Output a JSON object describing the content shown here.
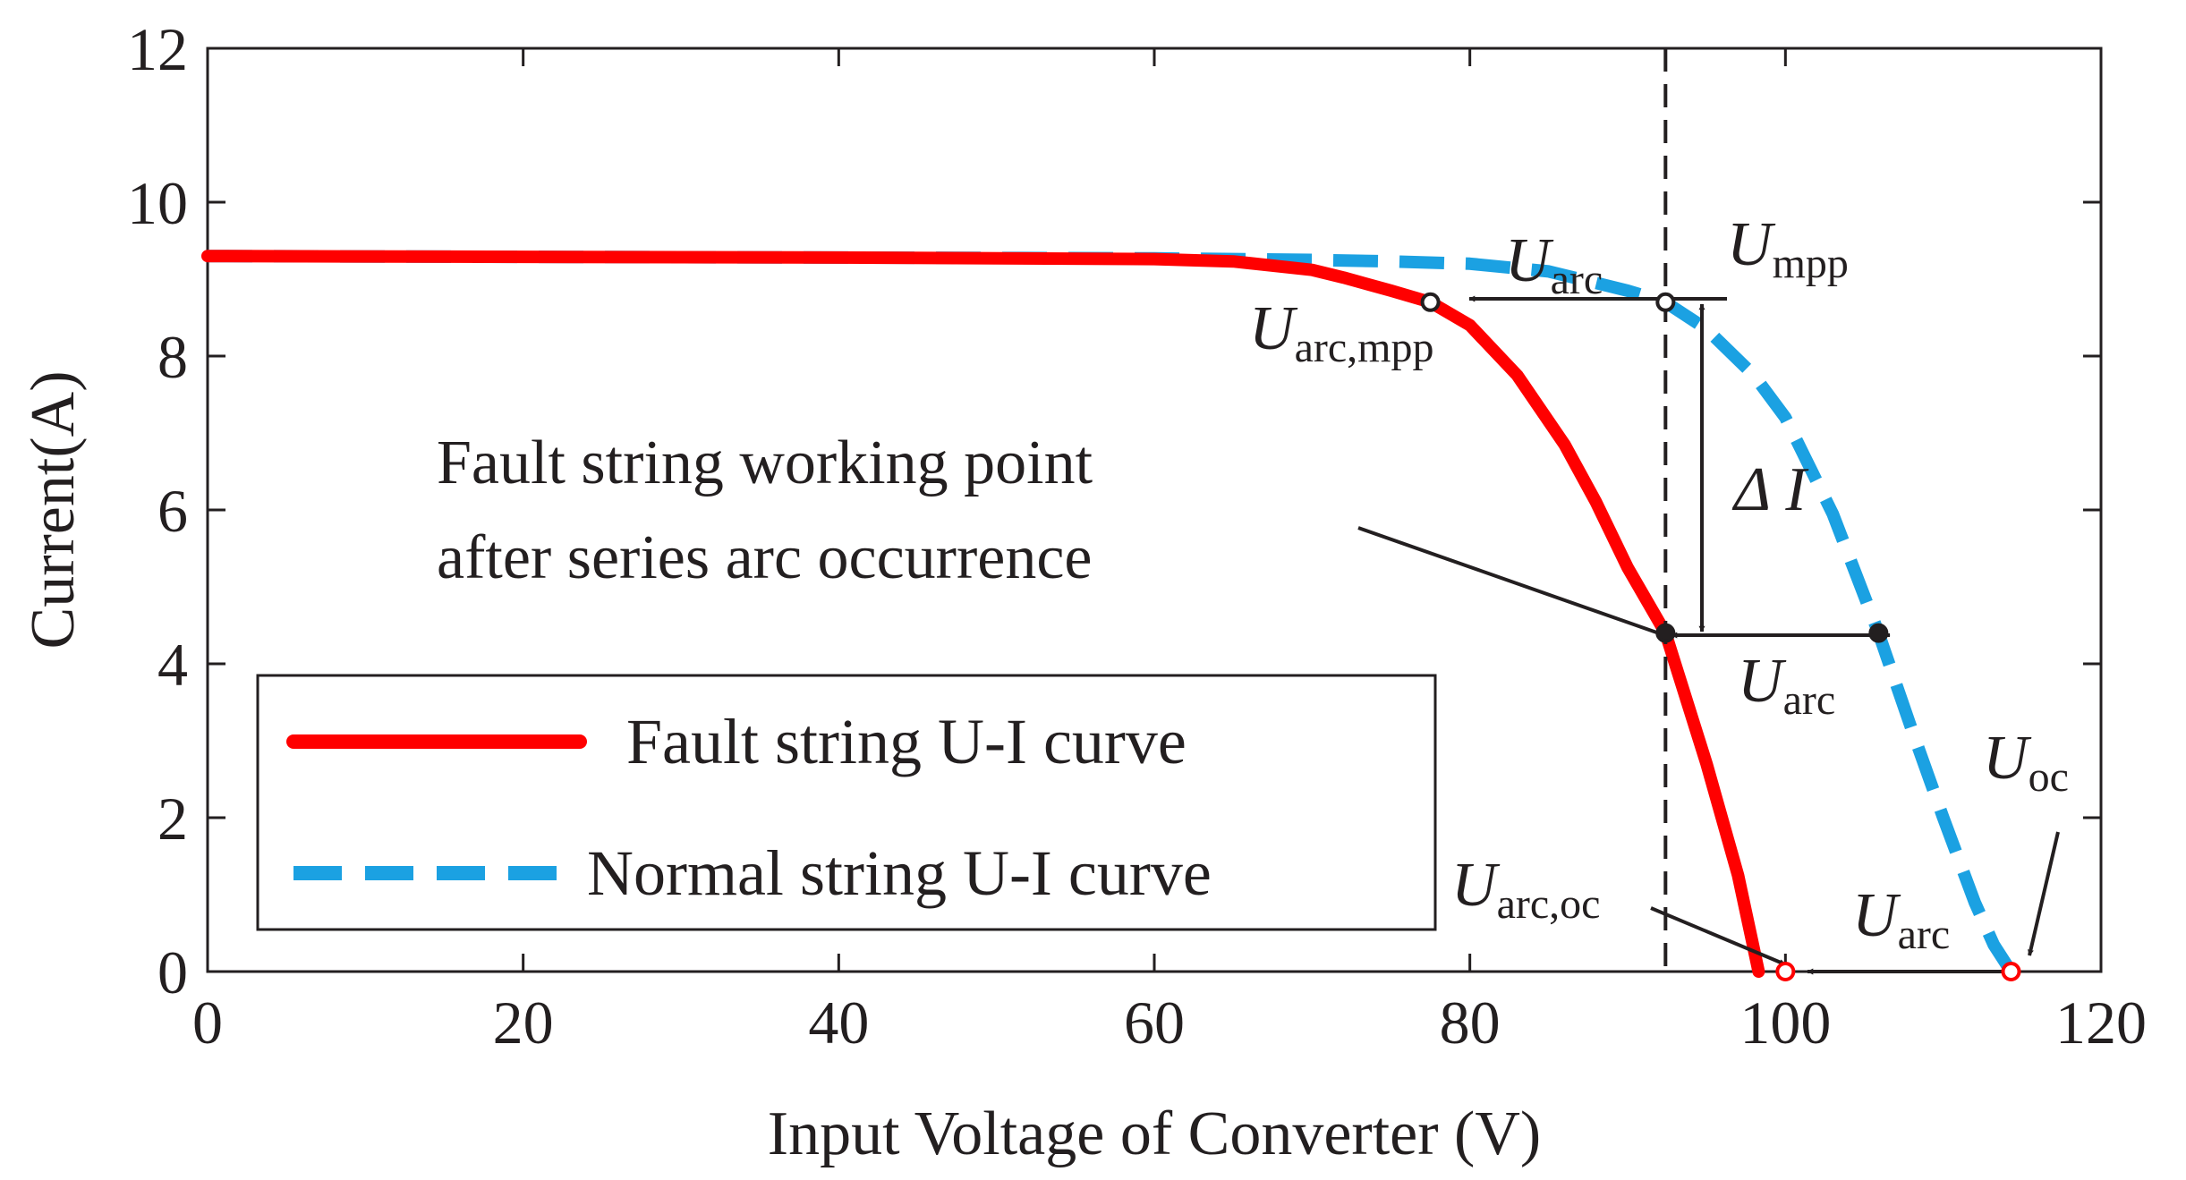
{
  "chart_data": {
    "type": "line",
    "xlabel": "Input Voltage of Converter (V)",
    "ylabel": "Current(A)",
    "xlim": [
      0,
      120
    ],
    "ylim": [
      0,
      12
    ],
    "xticks": [
      0,
      20,
      40,
      60,
      80,
      100,
      120
    ],
    "yticks": [
      0,
      2,
      4,
      6,
      8,
      10,
      12
    ],
    "grid": false,
    "legend_position": "bottom-left",
    "series": [
      {
        "name": "Fault string U-I curve",
        "color": "#ff0000",
        "style": "solid",
        "x": [
          0,
          20,
          40,
          60,
          65,
          70,
          72,
          75,
          77.5,
          80,
          83,
          86,
          88,
          90,
          92.4,
          95,
          97,
          98.3
        ],
        "y": [
          9.3,
          9.29,
          9.28,
          9.26,
          9.23,
          9.12,
          9.02,
          8.85,
          8.7,
          8.4,
          7.75,
          6.85,
          6.1,
          5.25,
          4.4,
          2.7,
          1.25,
          0
        ]
      },
      {
        "name": "Normal string U-I curve",
        "color": "#1ba1e2",
        "style": "dashed",
        "x": [
          0,
          20,
          40,
          60,
          70,
          75,
          80,
          85,
          88,
          90,
          92.4,
          95,
          98,
          100,
          103,
          105.9,
          108,
          110,
          112,
          113.2,
          114.3
        ],
        "y": [
          9.3,
          9.29,
          9.28,
          9.27,
          9.25,
          9.23,
          9.2,
          9.1,
          8.95,
          8.85,
          8.7,
          8.35,
          7.75,
          7.2,
          5.95,
          4.4,
          3.15,
          2.0,
          0.9,
          0.35,
          0
        ]
      }
    ],
    "vline_x": 92.4,
    "annotations": [
      {
        "id": "u_arc_top",
        "main": "U",
        "sub": "arc"
      },
      {
        "id": "u_mpp",
        "main": "U",
        "sub": "mpp"
      },
      {
        "id": "u_arc_mpp",
        "main": "U",
        "sub": "arc,mpp"
      },
      {
        "id": "delta_i",
        "main": "Δ I"
      },
      {
        "id": "working_point_1",
        "text": "Fault string working point"
      },
      {
        "id": "working_point_2",
        "text": "after series arc occurrence"
      },
      {
        "id": "u_arc_mid",
        "main": "U",
        "sub": "arc"
      },
      {
        "id": "u_oc",
        "main": "U",
        "sub": "oc"
      },
      {
        "id": "u_arc_oc",
        "main": "U",
        "sub": "arc,oc"
      },
      {
        "id": "u_arc_bottom",
        "main": "U",
        "sub": "arc"
      }
    ],
    "markers": [
      {
        "x": 77.5,
        "y": 8.7,
        "filled": false,
        "color": "#231f20"
      },
      {
        "x": 92.4,
        "y": 8.7,
        "filled": false,
        "color": "#231f20"
      },
      {
        "x": 92.4,
        "y": 4.4,
        "filled": true,
        "color": "#231f20"
      },
      {
        "x": 105.9,
        "y": 4.4,
        "filled": true,
        "color": "#231f20"
      },
      {
        "x": 100.0,
        "y": 0,
        "filled": false,
        "color": "#ff0000"
      },
      {
        "x": 114.3,
        "y": 0,
        "filled": false,
        "color": "#ff0000"
      }
    ]
  }
}
